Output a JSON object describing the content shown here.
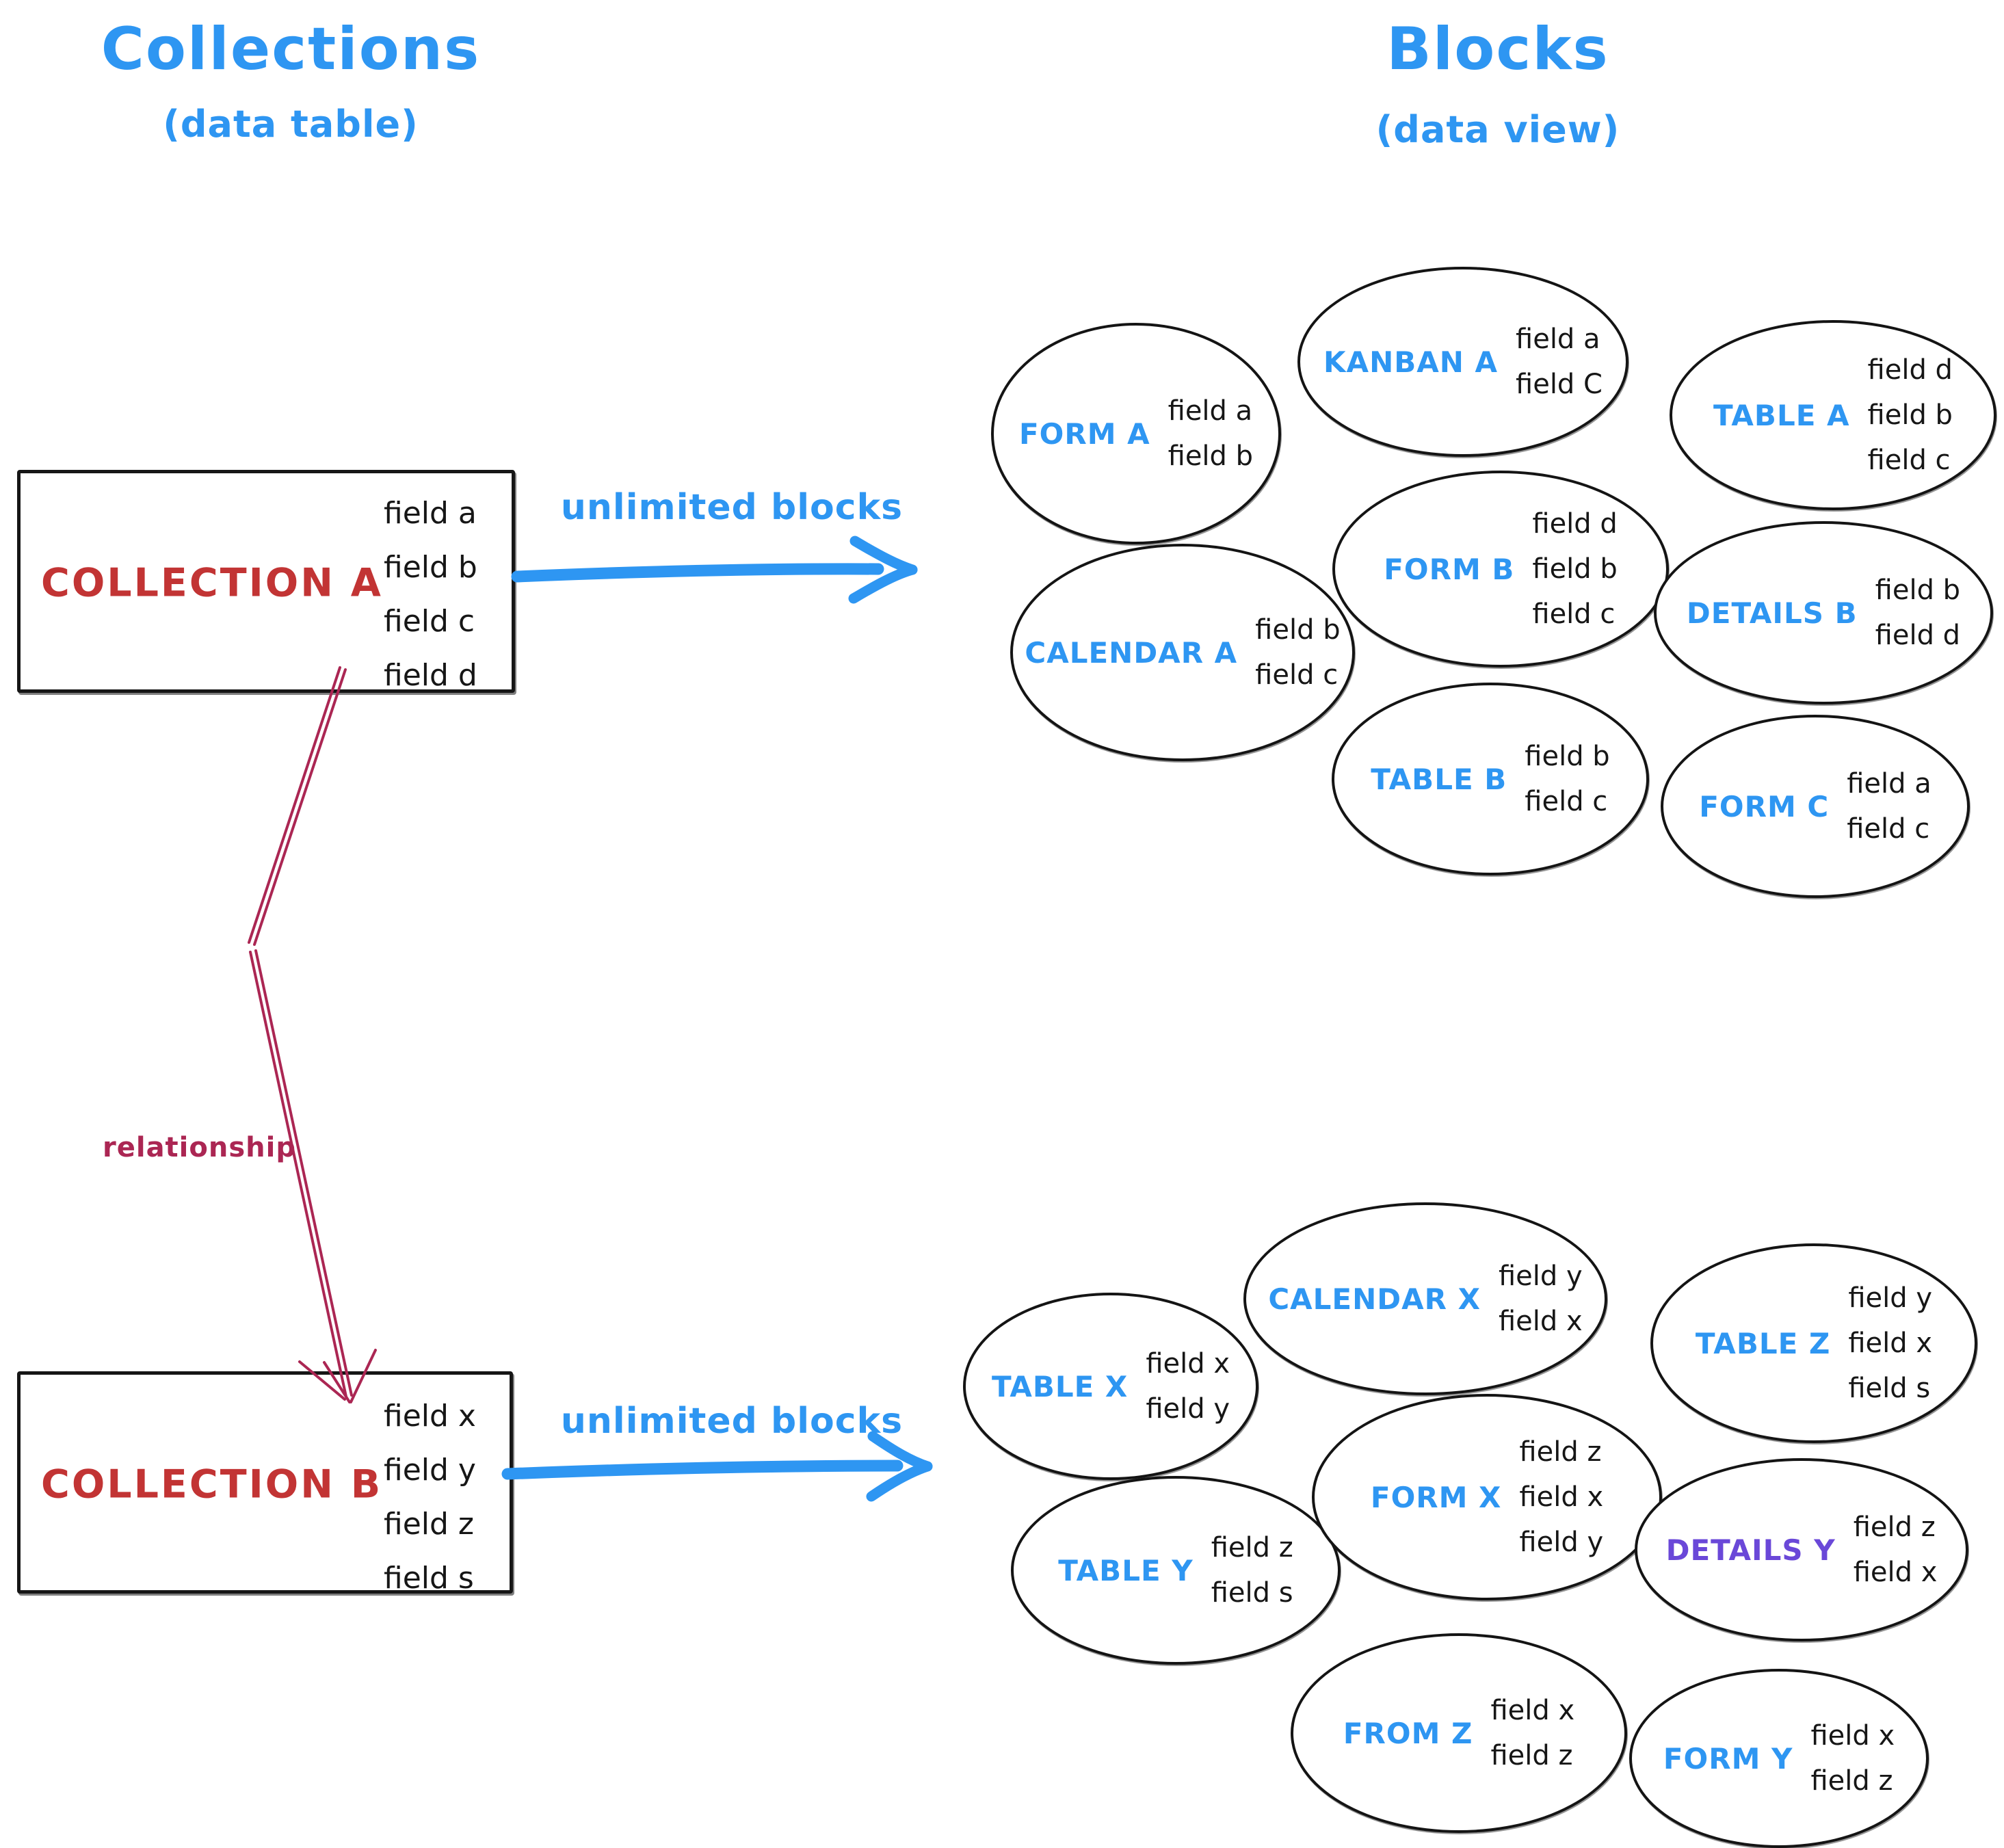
{
  "left_column": {
    "title": "Collections",
    "subtitle": "(data table)"
  },
  "right_column": {
    "title": "Blocks",
    "subtitle": "(data view)"
  },
  "collection_a": {
    "name": "COLLECTION A",
    "fields": [
      "field a",
      "field b",
      "field c",
      "field d"
    ]
  },
  "collection_b": {
    "name": "COLLECTION B",
    "fields": [
      "field x",
      "field y",
      "field z",
      "field s"
    ]
  },
  "arrows": {
    "top_label": "unlimited blocks",
    "bottom_label": "unlimited blocks",
    "relationship_label": "relationship"
  },
  "blocks_a": [
    {
      "name": "FORM A",
      "fields": [
        "field a",
        "field b"
      ]
    },
    {
      "name": "KANBAN A",
      "fields": [
        "field a",
        "field C"
      ]
    },
    {
      "name": "TABLE A",
      "fields": [
        "field d",
        "field b",
        "field c"
      ]
    },
    {
      "name": "CALENDAR A",
      "fields": [
        "field b",
        "field c"
      ]
    },
    {
      "name": "FORM B",
      "fields": [
        "field d",
        "field b",
        "field c"
      ]
    },
    {
      "name": "DETAILS B",
      "fields": [
        "field b",
        "field d"
      ]
    },
    {
      "name": "TABLE B",
      "fields": [
        "field b",
        "field c"
      ]
    },
    {
      "name": "FORM C",
      "fields": [
        "field a",
        "field c"
      ]
    }
  ],
  "blocks_b": [
    {
      "name": "TABLE X",
      "fields": [
        "field x",
        "field y"
      ]
    },
    {
      "name": "CALENDAR X",
      "fields": [
        "field y",
        "field x"
      ]
    },
    {
      "name": "TABLE Z",
      "fields": [
        "field y",
        "field x",
        "field s"
      ]
    },
    {
      "name": "TABLE Y",
      "fields": [
        "field z",
        "field s"
      ]
    },
    {
      "name": "FORM X",
      "fields": [
        "field z",
        "field x",
        "field y"
      ]
    },
    {
      "name": "DETAILS Y",
      "fields": [
        "field z",
        "field x"
      ]
    },
    {
      "name": "FROM Z",
      "fields": [
        "field x",
        "field z"
      ]
    },
    {
      "name": "FORM Y",
      "fields": [
        "field x",
        "field z"
      ]
    }
  ],
  "colors": {
    "accent_blue": "#2e96f2",
    "collection_red": "#c23434",
    "relationship_crimson": "#ab2653",
    "details_y_purple": "#6a48d8",
    "ink": "#161616"
  }
}
